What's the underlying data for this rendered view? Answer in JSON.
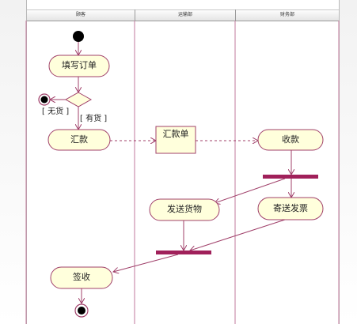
{
  "swimlanes": [
    {
      "id": "customer",
      "label": "顾客"
    },
    {
      "id": "sales",
      "label": "运输部"
    },
    {
      "id": "finance",
      "label": "财务部"
    }
  ],
  "nodes": {
    "fill_order": "填写订单",
    "remit": "汇款",
    "remittance_slip": "汇款单",
    "receive_payment": "收款",
    "ship_goods": "发送货物",
    "send_invoice": "寄送发票",
    "sign_receipt": "签收"
  },
  "guards": {
    "no_stock": "[ 无货 ]",
    "in_stock": "[ 有货 ]"
  },
  "colors": {
    "line": "#a0406a",
    "node_fill": "#ffffdc",
    "bar": "#a0205a",
    "lane_line": "#c27a9c"
  }
}
